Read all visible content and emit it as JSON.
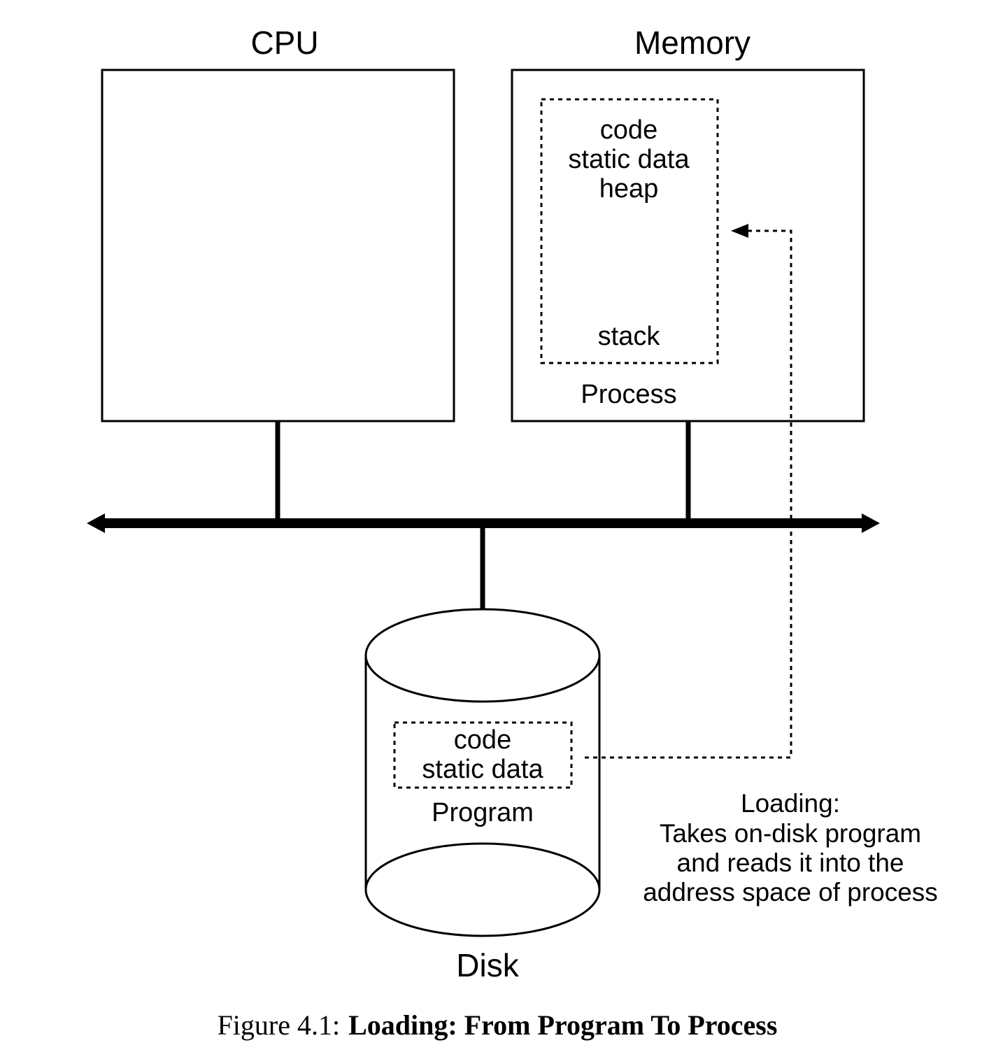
{
  "diagram": {
    "cpu": {
      "label": "CPU"
    },
    "memory": {
      "label": "Memory",
      "process": {
        "label": "Process",
        "segments": [
          "code",
          "static data",
          "heap",
          "stack"
        ]
      }
    },
    "disk": {
      "label": "Disk",
      "program": {
        "label": "Program",
        "segments": [
          "code",
          "static data"
        ]
      }
    },
    "loading_note": {
      "lines": [
        "Loading:",
        "Takes on-disk program",
        "and reads it into the",
        "address space of process"
      ]
    }
  },
  "caption": {
    "prefix": "Figure 4.1:",
    "title": "Loading: From Program To Process"
  }
}
